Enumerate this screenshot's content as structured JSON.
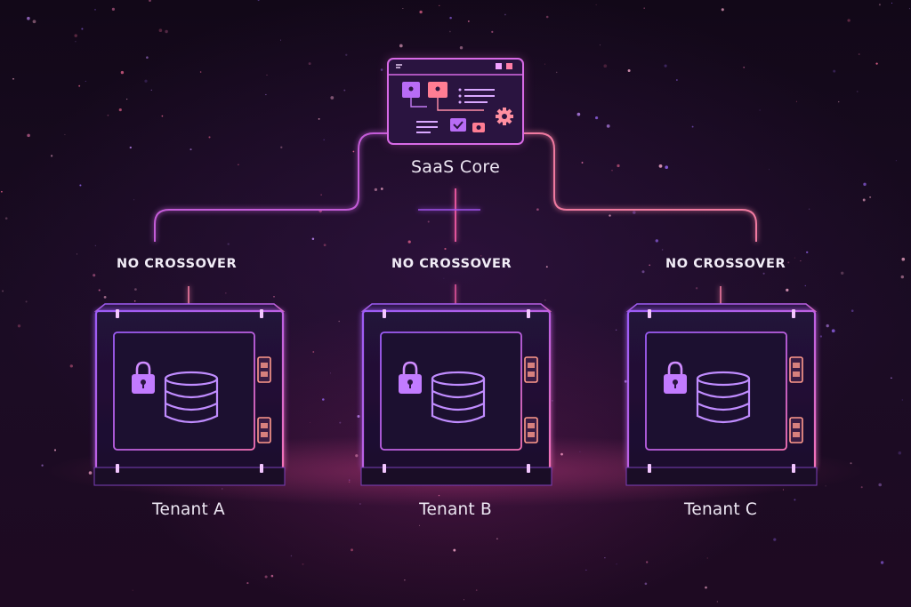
{
  "core": {
    "label": "SaaS Core"
  },
  "separators": [
    {
      "label": "NO CROSSOVER"
    },
    {
      "label": "NO CROSSOVER"
    },
    {
      "label": "NO CROSSOVER"
    }
  ],
  "tenants": [
    {
      "label": "Tenant A"
    },
    {
      "label": "Tenant B"
    },
    {
      "label": "Tenant C"
    }
  ],
  "icons": {
    "core": [
      "dashboard-window-icon",
      "gear-icon",
      "check-icon",
      "list-icon"
    ],
    "tenant": [
      "vault-icon",
      "padlock-icon",
      "database-icon",
      "vault-hinge-icon"
    ]
  },
  "colors": {
    "background": "#150a1c",
    "accent_purple": "#a855f7",
    "accent_pink": "#f472b6",
    "accent_orange": "#fb7185",
    "text": "#ece6f2"
  }
}
